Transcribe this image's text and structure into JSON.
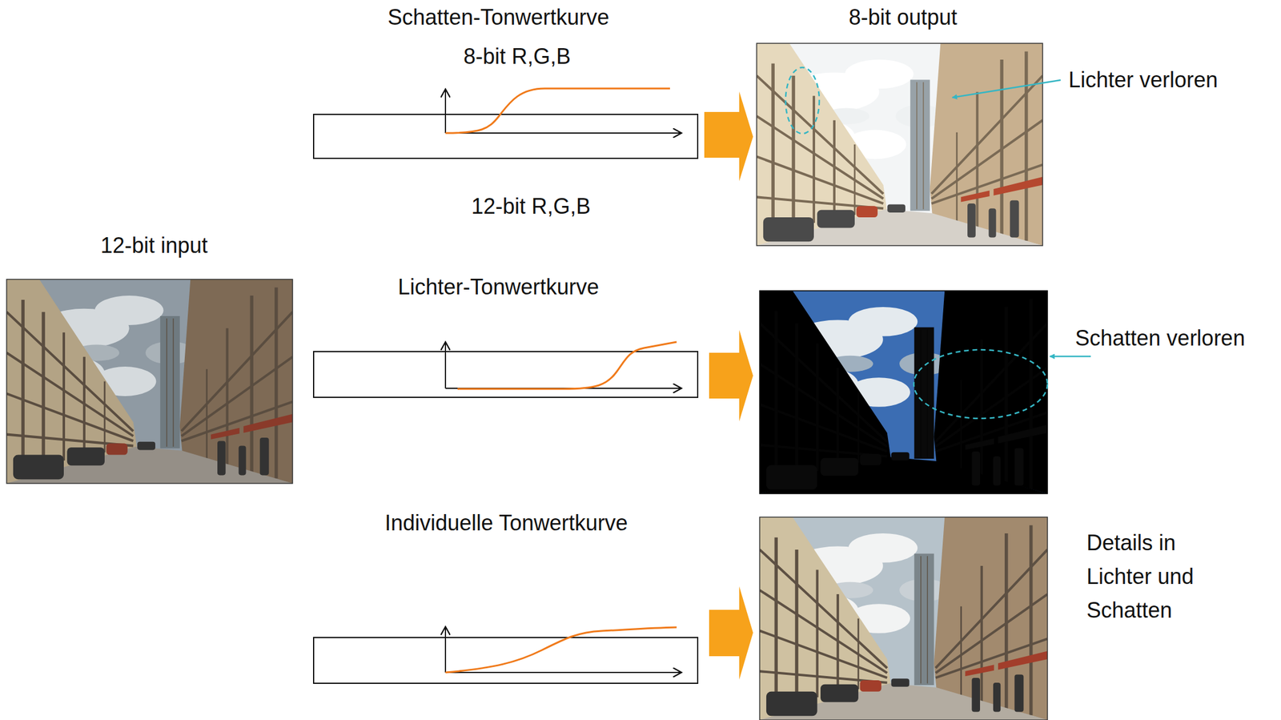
{
  "diagram": {
    "labels": [
      "Schatten-Tonwertkurve",
      "8-bit output",
      "8-bit R,G,B",
      "Lichter verloren",
      "12-bit R,G,B",
      "12-bit input",
      "Lichter-Tonwertkurve",
      "Schatten verloren",
      "Individuelle Tonwertkurve",
      "Details in Lichter und Schatten"
    ]
  }
}
